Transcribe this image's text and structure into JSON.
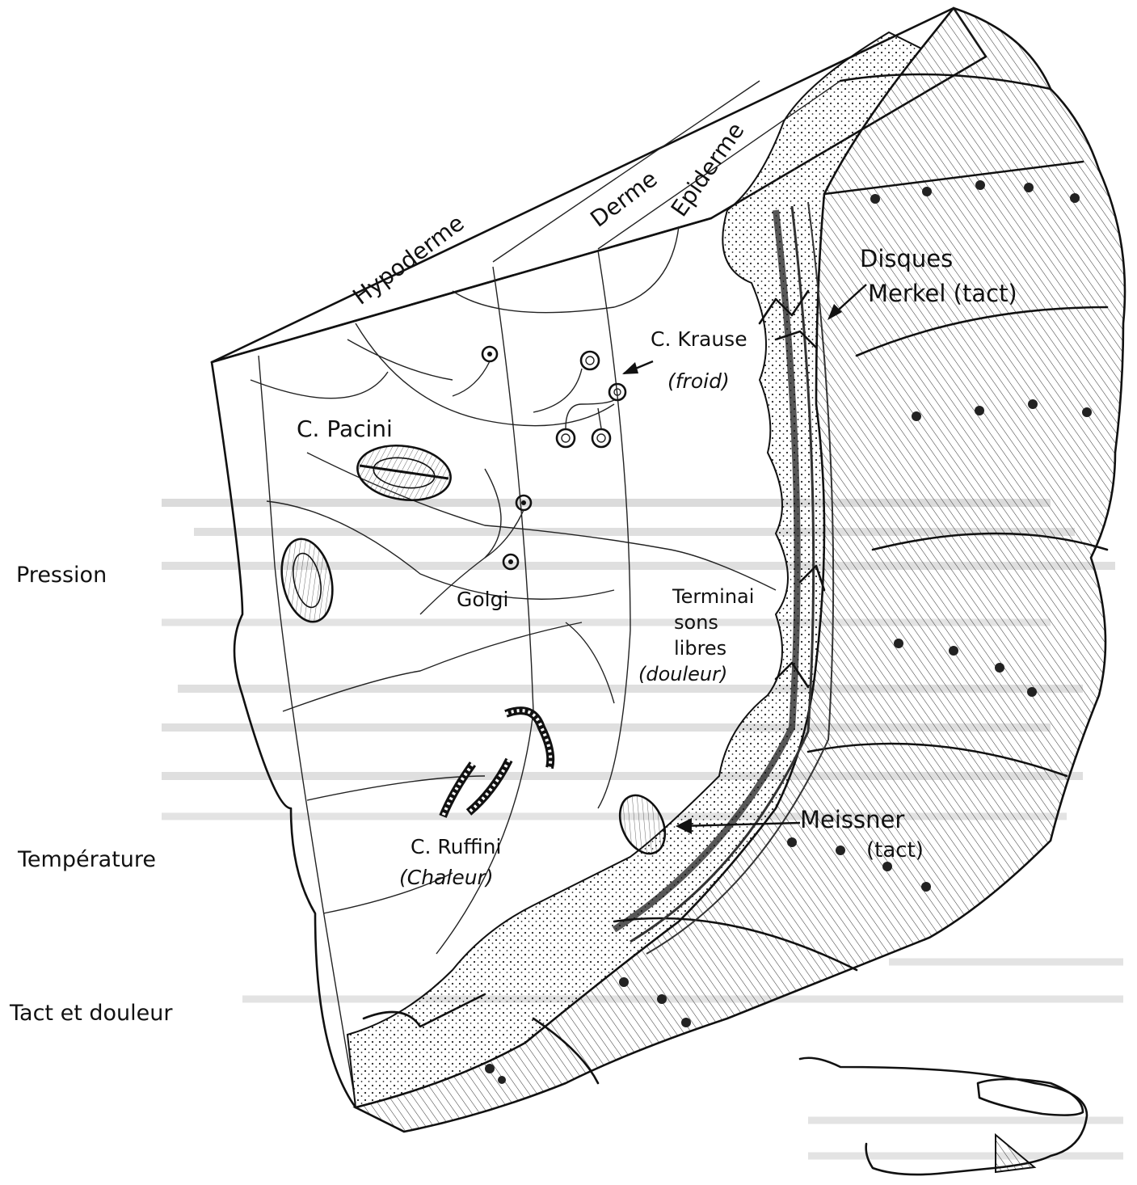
{
  "layers": {
    "hypoderme": "Hypoderme",
    "derme": "Derme",
    "epiderme": "Epiderme"
  },
  "receptors": {
    "pacini": "C. Pacini",
    "krause": "C. Krause",
    "krause_function": "(froid)",
    "merkel_1": "Disques",
    "merkel_2": "Merkel (tact)",
    "golgi": "Golgi",
    "free_endings_1": "Terminai",
    "free_endings_2": "sons",
    "free_endings_3": "libres",
    "free_endings_4": "(douleur)",
    "meissner": "Meissner",
    "meissner_function": "(tact)",
    "ruffini": "C. Ruffini",
    "ruffini_function": "(Chaleur)"
  },
  "zones": {
    "pression": "Pression",
    "temperature": "Température",
    "tact_douleur": "Tact et douleur"
  },
  "colors": {
    "ink": "#111111",
    "paper": "#ffffff",
    "bleed_through": "#c9c9c9"
  }
}
